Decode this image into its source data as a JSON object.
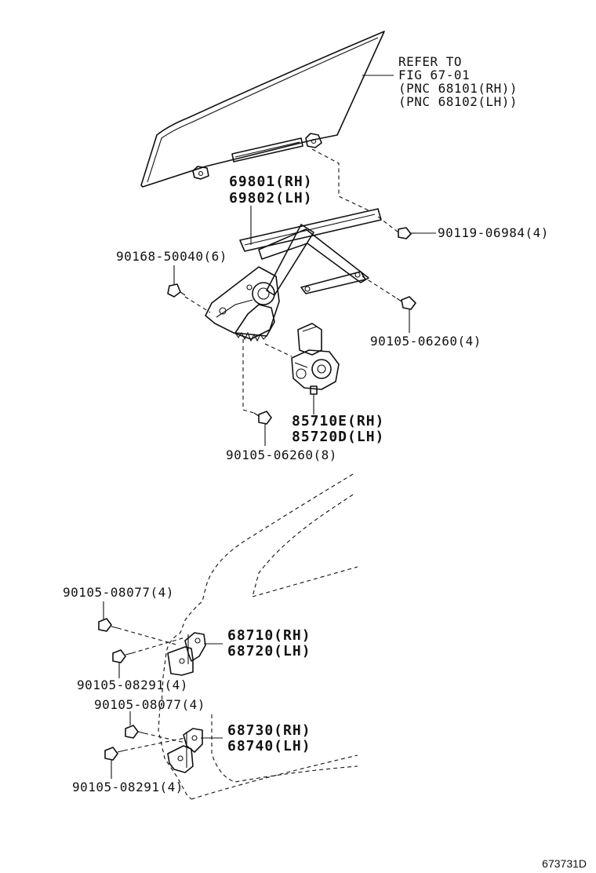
{
  "diagram_id": "673731D",
  "parts": {
    "glass_ref": {
      "line1": "REFER TO",
      "line2": "FIG 67-01",
      "line3": "(PNC 68101(RH))",
      "line4": "(PNC 68102(LH))"
    },
    "regulator": {
      "rh": "69801(RH)",
      "lh": "69802(LH)"
    },
    "bolt_90119": "90119-06984(4)",
    "bolt_90168": "90168-50040(6)",
    "bolt_90105_06260_4": "90105-06260(4)",
    "motor": {
      "rh": "85710E(RH)",
      "lh": "85720D(LH)"
    },
    "bolt_90105_06260_8": "90105-06260(8)",
    "bolt_upper_08077": "90105-08077(4)",
    "upper_hinge": {
      "rh": "68710(RH)",
      "lh": "68720(LH)"
    },
    "bolt_upper_08291": "90105-08291(4)",
    "bolt_lower_08077": "90105-08077(4)",
    "lower_hinge": {
      "rh": "68730(RH)",
      "lh": "68740(LH)"
    },
    "bolt_lower_08291": "90105-08291(4)"
  }
}
